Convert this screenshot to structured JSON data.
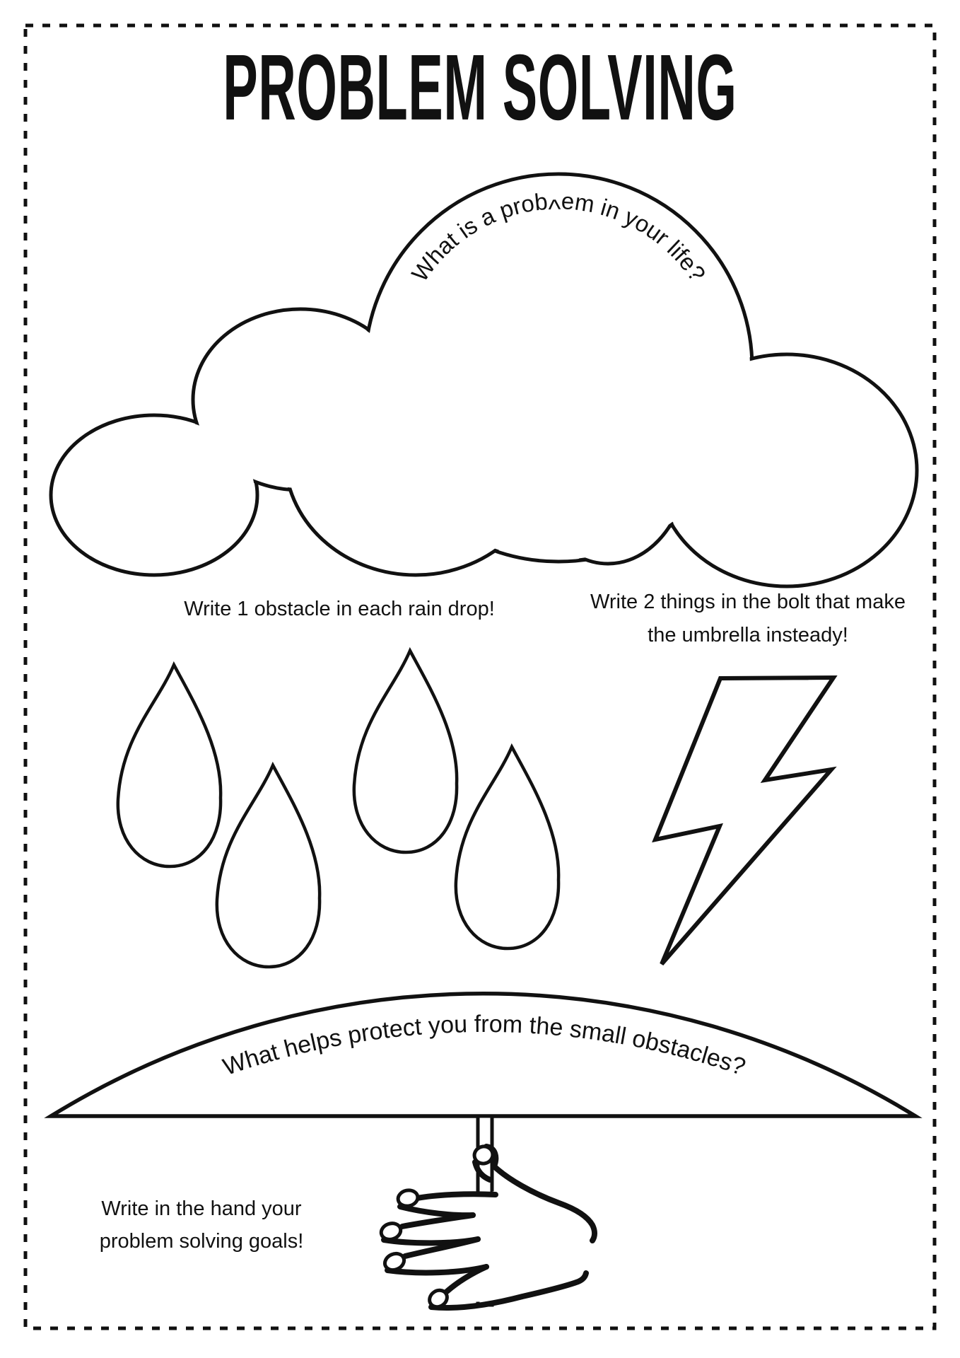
{
  "page": {
    "title": "PROBLEM SOLVING",
    "background_color": "#ffffff",
    "ink_color": "#111111",
    "border_style": "dashed"
  },
  "cloud": {
    "prompt_prefix": "What is a prob",
    "caret_mark": "^",
    "prompt_suffix": "em in your life?",
    "full_prompt": "What is a prob^em in your life?"
  },
  "raindrops": {
    "instruction": "Write 1 obstacle in each rain drop!",
    "count": 4
  },
  "bolt": {
    "instruction_line1": "Write 2 things in the bolt that make",
    "instruction_line2": "the umbrella insteady!"
  },
  "umbrella": {
    "prompt": "What helps protect you from the small obstacles?"
  },
  "hand": {
    "instruction_line1": "Write in the hand your",
    "instruction_line2": "problem solving goals!"
  }
}
